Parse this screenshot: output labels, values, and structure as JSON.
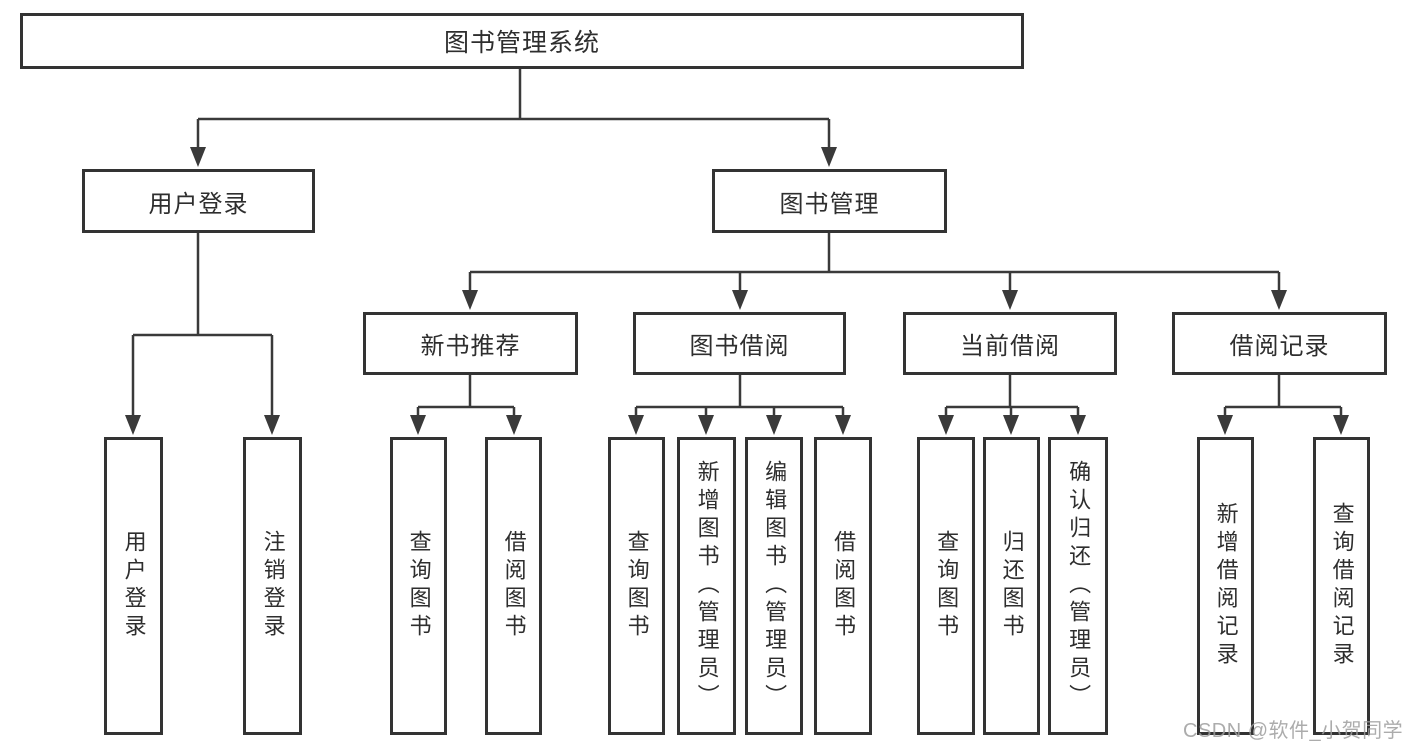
{
  "diagram": {
    "root": "图书管理系统",
    "branches": [
      {
        "label": "用户登录",
        "leaves": [
          "用户登录",
          "注销登录"
        ]
      },
      {
        "label": "图书管理",
        "sections": [
          {
            "label": "新书推荐",
            "leaves": [
              "查询图书",
              "借阅图书"
            ]
          },
          {
            "label": "图书借阅",
            "leaves": [
              "查询图书",
              "新增图书（管理员）",
              "编辑图书（管理员）",
              "借阅图书"
            ]
          },
          {
            "label": "当前借阅",
            "leaves": [
              "查询图书",
              "归还图书",
              "确认归还（管理员）"
            ]
          },
          {
            "label": "借阅记录",
            "leaves": [
              "新增借阅记录",
              "查询借阅记录"
            ]
          }
        ]
      }
    ],
    "watermark": "CSDN @软件_小贺同学"
  },
  "icons": {
    "connector_arrow": "filled-down-triangle"
  },
  "colors": {
    "line": "#3a3a3a",
    "box_border": "#333333",
    "text": "#2e2e2e",
    "background": "#ffffff",
    "watermark": "#9e9e9e"
  }
}
